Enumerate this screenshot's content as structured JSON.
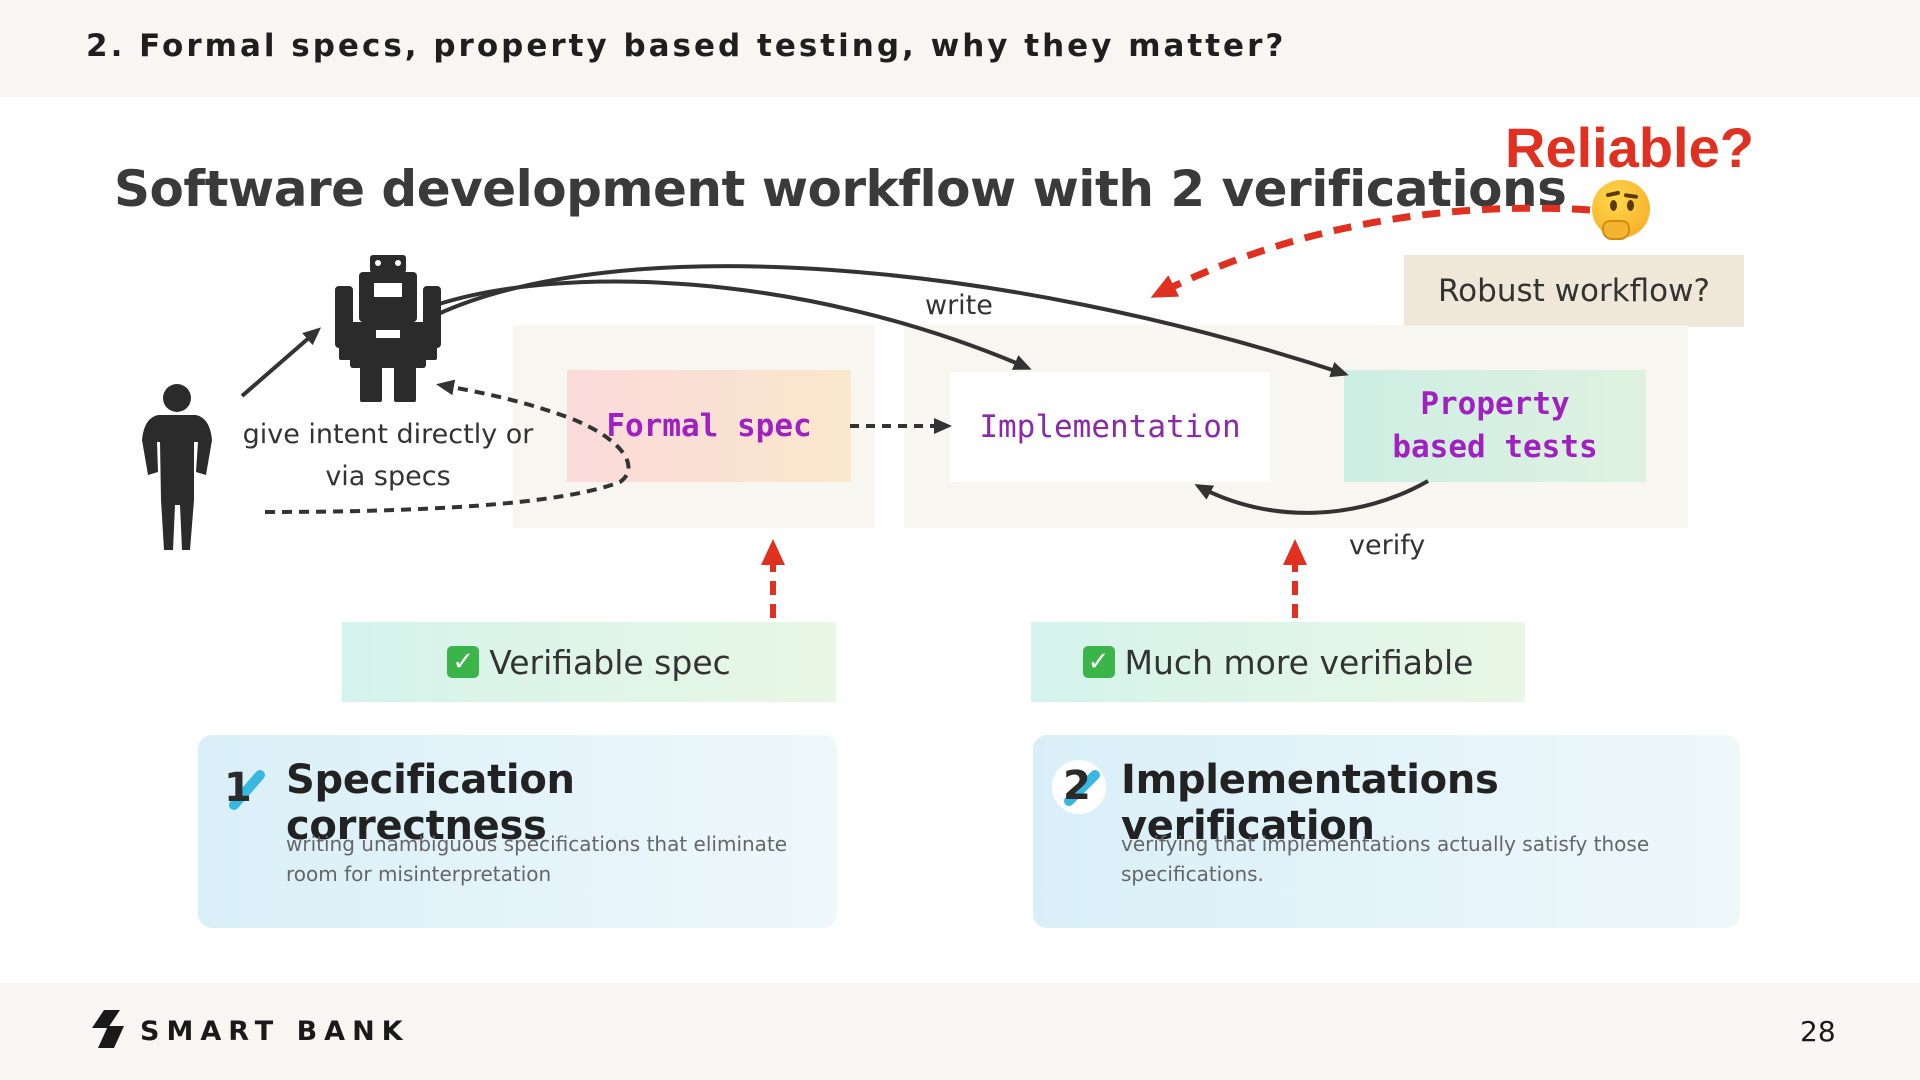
{
  "header": {
    "title": "2. Formal specs, property based testing, why they matter?"
  },
  "slide": {
    "title": "Software development workflow with 2 verifications",
    "reliable": "Reliable?",
    "robust_workflow": "Robust workflow?"
  },
  "diagram": {
    "formal_spec": "Formal spec",
    "implementation": "Implementation",
    "property_based_tests": "Property based tests",
    "write_label": "write",
    "verify_label": "verify",
    "give_intent": "give intent directly or via specs"
  },
  "badges": {
    "left": "Verifiable spec",
    "right": "Much more verifiable",
    "check_glyph": "✓"
  },
  "cards": [
    {
      "number": "1",
      "title": "Specification correctness",
      "description": "writing unambiguous specifications that eliminate room for misinterpretation"
    },
    {
      "number": "2",
      "title": "Implementations verification",
      "description": "verifying that implementations actually satisfy those specifications."
    }
  ],
  "footer": {
    "brand": "SMART BANK",
    "page_number": "28"
  },
  "colors": {
    "accent_red": "#e03020",
    "code_purple": "#a020c0",
    "header_band": "#f7f6f2"
  },
  "icons": [
    "robot-icon",
    "person-icon",
    "thinking-face-icon",
    "check-icon",
    "smartbank-logo-icon"
  ]
}
